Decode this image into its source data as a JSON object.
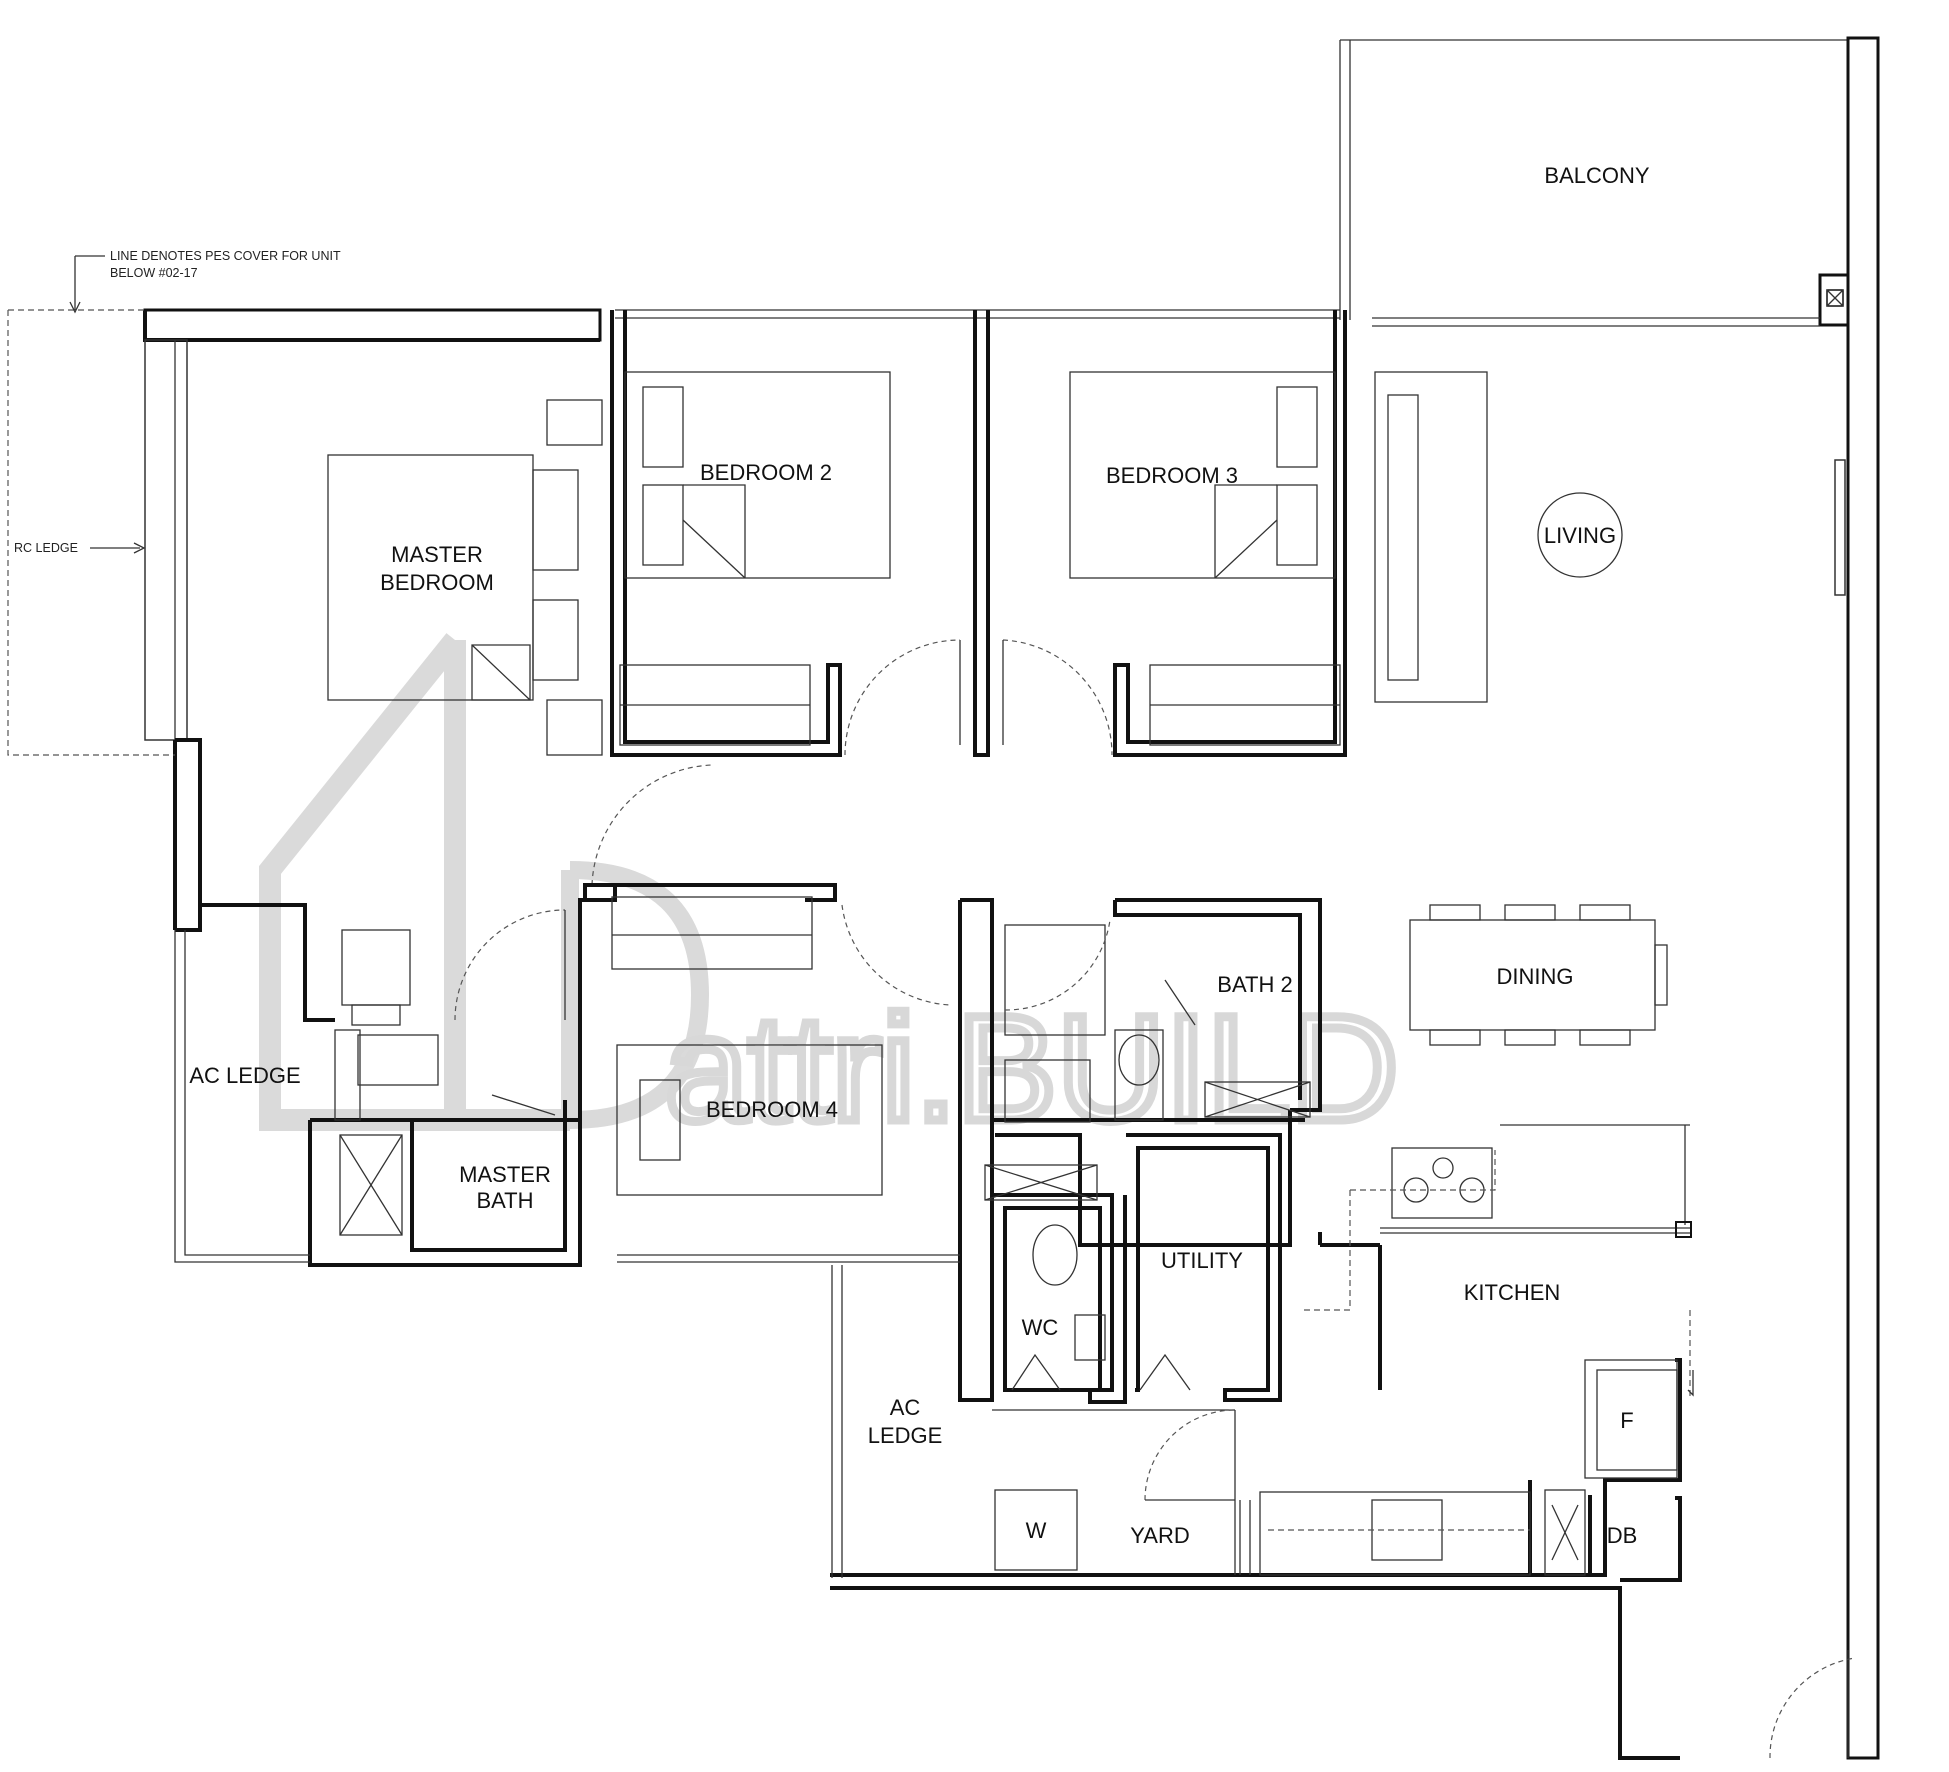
{
  "rooms": {
    "balcony": "BALCONY",
    "living": "LIVING",
    "dining": "DINING",
    "master_bedroom_line1": "MASTER",
    "master_bedroom_line2": "BEDROOM",
    "bedroom2": "BEDROOM 2",
    "bedroom3": "BEDROOM 3",
    "bedroom4": "BEDROOM 4",
    "master_bath_line1": "MASTER",
    "master_bath_line2": "BATH",
    "bath2": "BATH 2",
    "ac_ledge_left": "AC LEDGE",
    "ac_ledge_bottom_line1": "AC",
    "ac_ledge_bottom_line2": "LEDGE",
    "wc": "WC",
    "utility": "UTILITY",
    "kitchen": "KITCHEN",
    "yard": "YARD",
    "washer": "W",
    "fridge": "F",
    "db": "DB"
  },
  "notes": {
    "pes_line1": "LINE DENOTES PES COVER FOR UNIT",
    "pes_line2": "BELOW #02-17",
    "rc_ledge": "RC LEDGE"
  },
  "watermark": {
    "text": "attri.BUILD"
  }
}
